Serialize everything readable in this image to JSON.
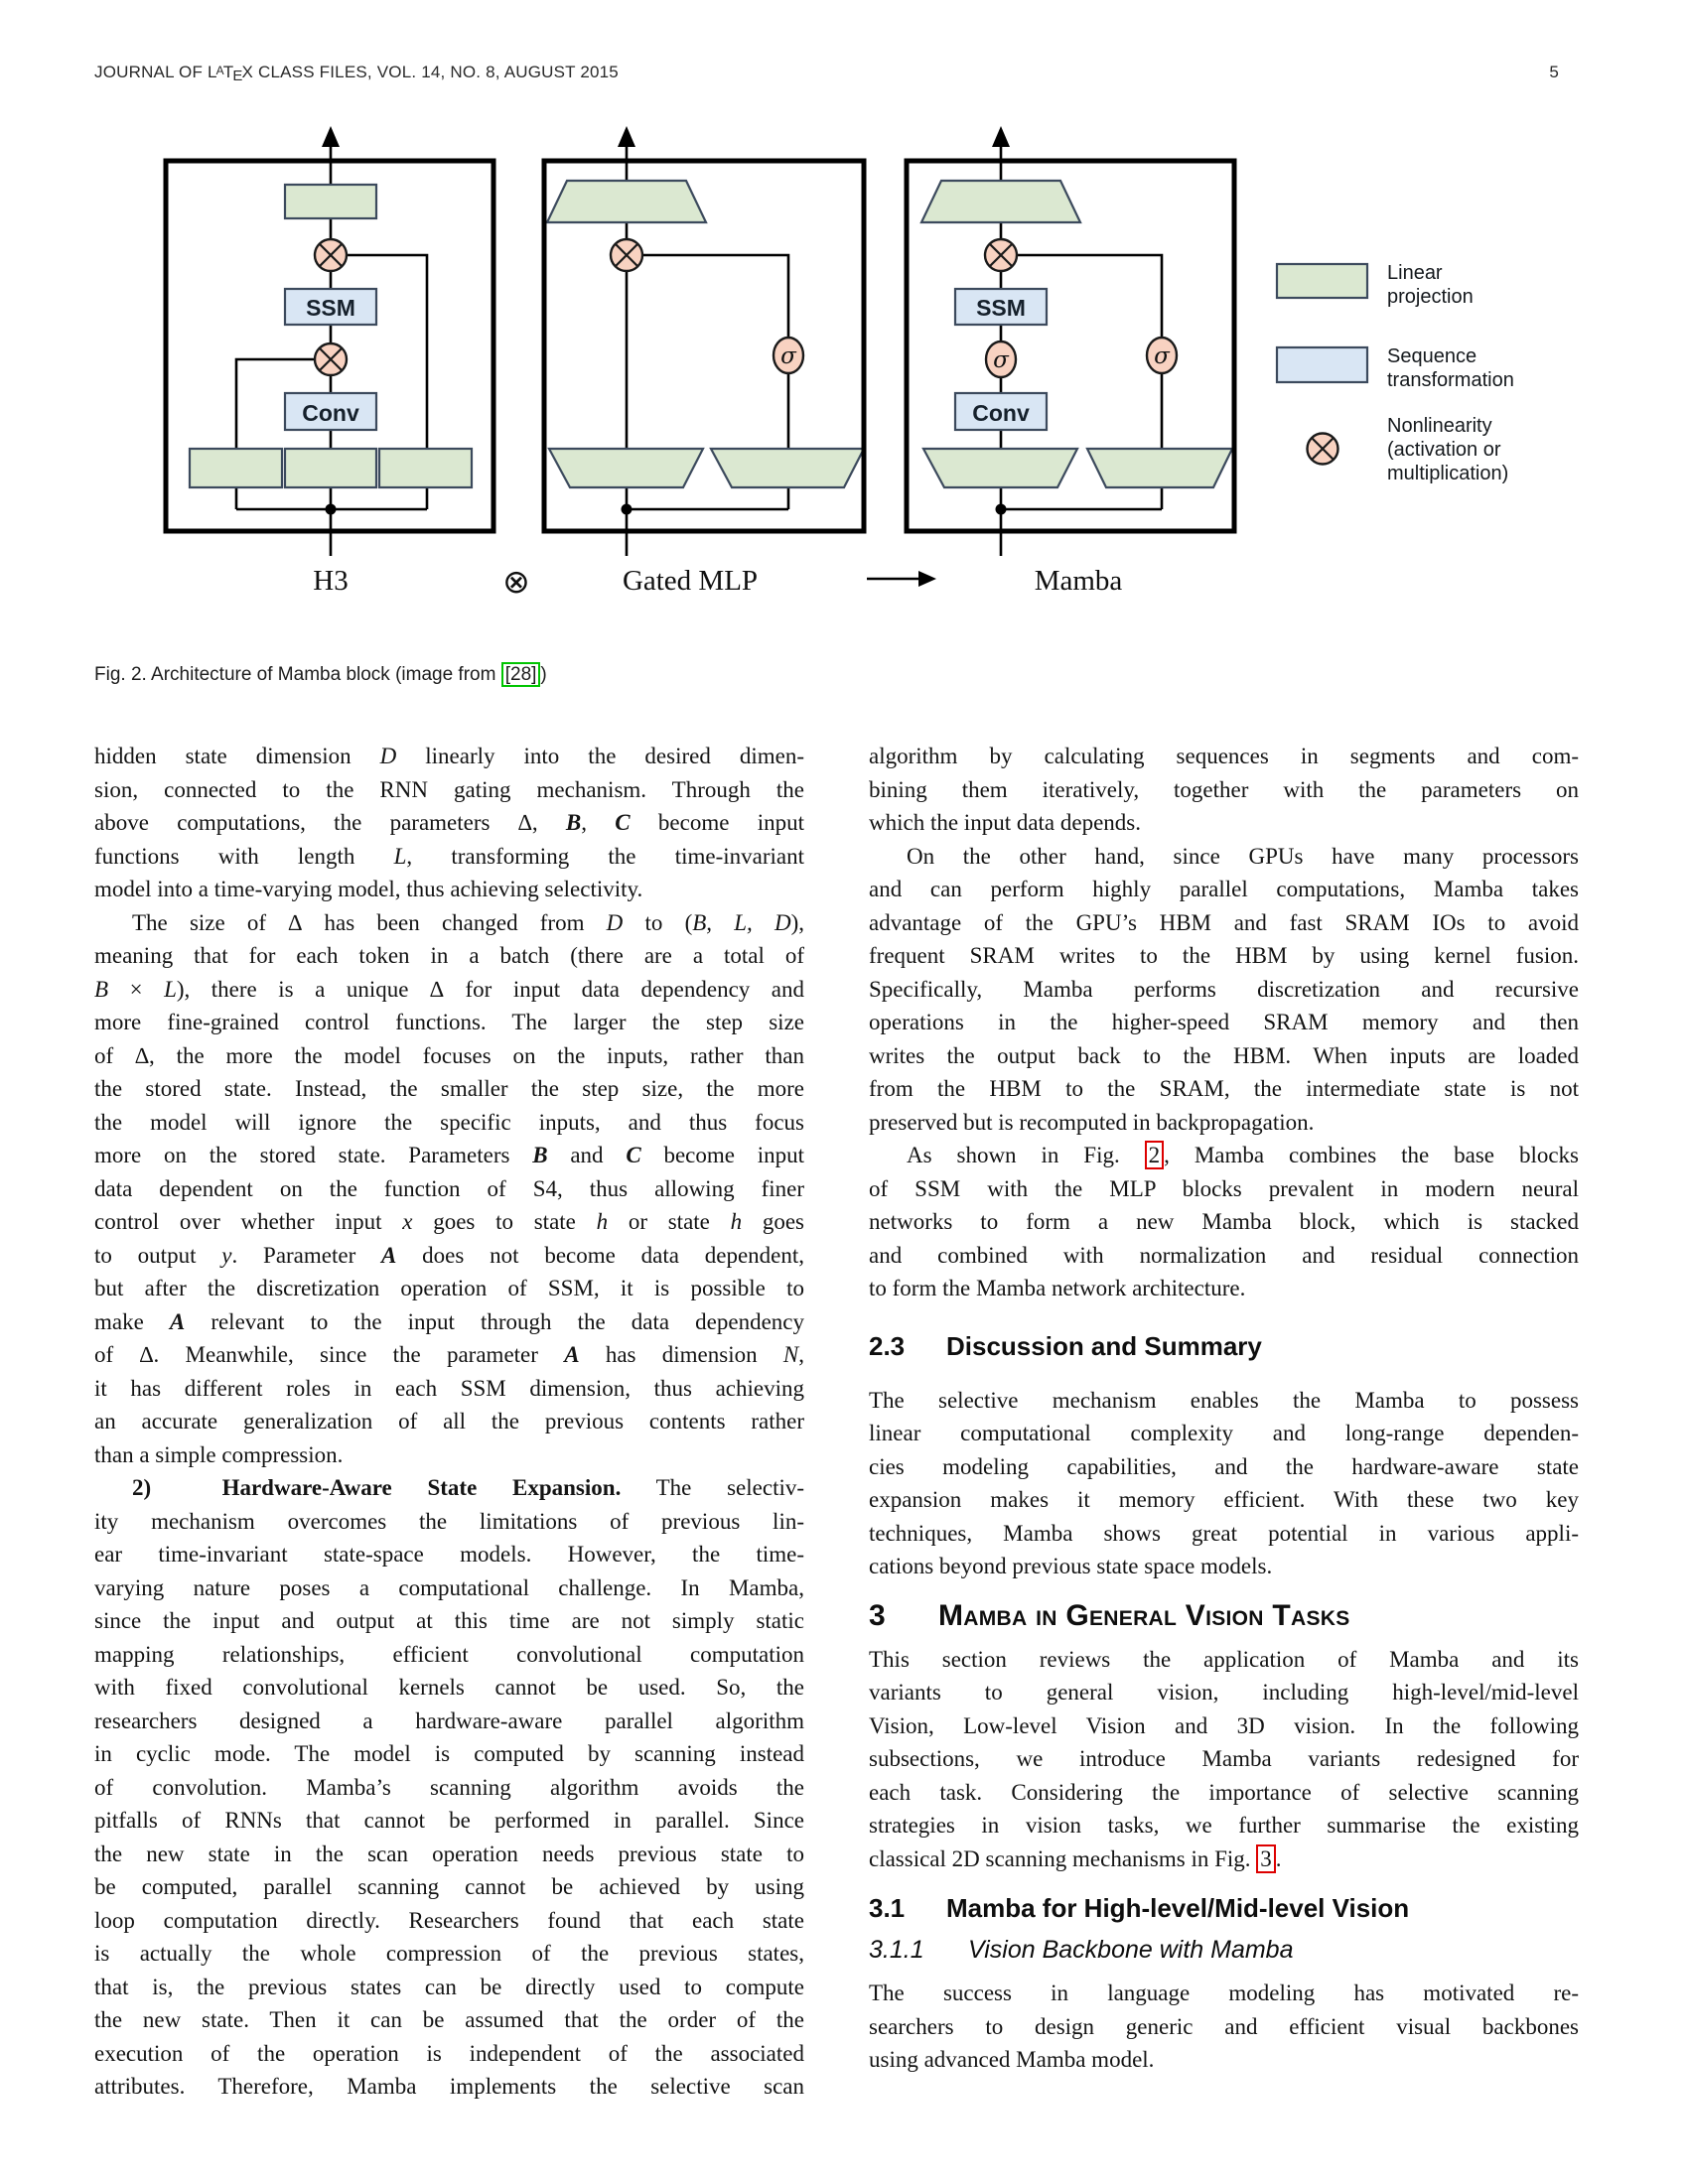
{
  "page": {
    "header_html": "JOURNAL OF L<span class=\"lxA\">A</span>T<span class=\"lxE\">E</span>X CLASS FILES, VOL. 14, NO. 8, AUGUST 2015",
    "number": "5"
  },
  "figure": {
    "caption_html": "Fig. 2. Architecture of Mamba block (image from <span class=\"ref ref-green\" data-name=\"citation-28-link\" data-interactable=\"true\">[28]</span>)",
    "labels": {
      "h3": "H3",
      "otimes": "⊗",
      "gated_mlp": "Gated MLP",
      "mamba": "Mamba"
    },
    "blocks": {
      "ssm": "SSM",
      "conv": "Conv",
      "sigma": "σ"
    },
    "legend": {
      "linear": [
        "Linear",
        "projection"
      ],
      "sequence": [
        "Sequence",
        "transformation"
      ],
      "nonlinearity": [
        "Nonlinearity",
        "(activation or",
        "multiplication)"
      ]
    },
    "colors": {
      "green": "#dbe8d1",
      "blue": "#d9e6f4",
      "peach": "#f8d2c1",
      "refgreen": "#00c400",
      "refred": "#dd0000"
    }
  },
  "columns": {
    "left": [
      {
        "h": "hidden state dimension <i>D</i> linearly into the desired dimen-"
      },
      {
        "h": "sion, connected to the RNN gating mechanism. Through the"
      },
      {
        "h": "above computations, the parameters ∆, <b><i>B</i></b>, <b><i>C</i></b> become input"
      },
      {
        "h": "functions with length <i>L</i>, transforming the time-invariant"
      },
      {
        "h": "model into a time-varying model, thus achieving selectivity.",
        "c": "last"
      },
      {
        "h": "The size of ∆ has been changed from <i>D</i> to (<i>B, L, D</i>),",
        "c": "ind"
      },
      {
        "h": "meaning that for each token in a batch (there are a total of"
      },
      {
        "h": "<i>B</i> × <i>L</i>), there is a unique ∆ for input data dependency and"
      },
      {
        "h": "more fine-grained control functions. The larger the step size"
      },
      {
        "h": "of ∆, the more the model focuses on the inputs, rather than"
      },
      {
        "h": "the stored state. Instead, the smaller the step size, the more"
      },
      {
        "h": "the model will ignore the specific inputs, and thus focus"
      },
      {
        "h": "more on the stored state. Parameters <b><i>B</i></b> and <b><i>C</i></b> become input"
      },
      {
        "h": "data dependent on the function of S4, thus allowing finer"
      },
      {
        "h": "control over whether input <i>x</i> goes to state <i>h</i> or state <i>h</i> goes"
      },
      {
        "h": "to output <i>y</i>. Parameter <b><i>A</i></b> does not become data dependent,"
      },
      {
        "h": "but after the discretization operation of SSM, it is possible to"
      },
      {
        "h": "make <b><i>A</i></b> relevant to the input through the data dependency"
      },
      {
        "h": "of ∆. Meanwhile, since the parameter <b><i>A</i></b> has dimension <i>N</i>,"
      },
      {
        "h": "it has different roles in each SSM dimension, thus achieving"
      },
      {
        "h": "an accurate generalization of all the previous contents rather"
      },
      {
        "h": "than a simple compression.",
        "c": "last"
      },
      {
        "h": "<b>2)&nbsp;&nbsp;Hardware-Aware State Expansion.</b> The selectiv-",
        "c": "ind"
      },
      {
        "h": "ity mechanism overcomes the limitations of previous lin-"
      },
      {
        "h": "ear time-invariant state-space models. However, the time-"
      },
      {
        "h": "varying nature poses a computational challenge. In Mamba,"
      },
      {
        "h": "since the input and output at this time are not simply static"
      },
      {
        "h": "mapping relationships, efficient convolutional computation"
      },
      {
        "h": "with fixed convolutional kernels cannot be used. So, the"
      },
      {
        "h": "researchers designed a hardware-aware parallel algorithm"
      },
      {
        "h": "in cyclic mode. The model is computed by scanning instead"
      },
      {
        "h": "of convolution. Mamba’s scanning algorithm avoids the"
      },
      {
        "h": "pitfalls of RNNs that cannot be performed in parallel. Since"
      },
      {
        "h": "the new state in the scan operation needs previous state to"
      },
      {
        "h": "be computed, parallel scanning cannot be achieved by using"
      },
      {
        "h": "loop computation directly. Researchers found that each state"
      },
      {
        "h": "is actually the whole compression of the previous states,"
      },
      {
        "h": "that is, the previous states can be directly used to compute"
      },
      {
        "h": "the new state. Then it can be assumed that the order of the"
      },
      {
        "h": "execution of the operation is independent of the associated"
      },
      {
        "h": "attributes. Therefore, Mamba implements the selective scan"
      }
    ],
    "right_a": [
      {
        "h": "algorithm by calculating sequences in segments and com-"
      },
      {
        "h": "bining them iteratively, together with the parameters on"
      },
      {
        "h": "which the input data depends.",
        "c": "last"
      },
      {
        "h": "On the other hand, since GPUs have many processors",
        "c": "ind"
      },
      {
        "h": "and can perform highly parallel computations, Mamba takes"
      },
      {
        "h": "advantage of the GPU’s HBM and fast SRAM IOs to avoid"
      },
      {
        "h": "frequent SRAM writes to the HBM by using kernel fusion."
      },
      {
        "h": "Specifically, Mamba performs discretization and recursive"
      },
      {
        "h": "operations in the higher-speed SRAM memory and then"
      },
      {
        "h": "writes the output back to the HBM. When inputs are loaded"
      },
      {
        "h": "from the HBM to the SRAM, the intermediate state is not"
      },
      {
        "h": "preserved but is recomputed in backpropagation.",
        "c": "last"
      },
      {
        "h": "As shown in Fig. <span class=\"ref ref-red\" data-name=\"figure-2-link\" data-interactable=\"true\">2</span>, Mamba combines the base blocks",
        "c": "ind"
      },
      {
        "h": "of SSM with the MLP blocks prevalent in modern neural"
      },
      {
        "h": "networks to form a new Mamba block, which is stacked"
      },
      {
        "h": "and combined with normalization and residual connection"
      },
      {
        "h": "to form the Mamba network architecture.",
        "c": "last"
      }
    ],
    "h23": {
      "num": "2.3",
      "title": "Discussion and Summary"
    },
    "right_b": [
      {
        "h": "The selective mechanism enables the Mamba to possess"
      },
      {
        "h": "linear computational complexity and long-range dependen-"
      },
      {
        "h": "cies modeling capabilities, and the hardware-aware state"
      },
      {
        "h": "expansion makes it memory efficient. With these two key"
      },
      {
        "h": "techniques, Mamba shows great potential in various appli-"
      },
      {
        "h": "cations beyond previous state space models.",
        "c": "last"
      }
    ],
    "h3": {
      "num": "3",
      "title": "Mamba in General Vision Tasks"
    },
    "right_c": [
      {
        "h": "This section reviews the application of Mamba and its"
      },
      {
        "h": "variants to general vision, including high-level/mid-level"
      },
      {
        "h": "Vision, Low-level Vision and 3D vision. In the following"
      },
      {
        "h": "subsections, we introduce Mamba variants redesigned for"
      },
      {
        "h": "each task. Considering the importance of selective scanning"
      },
      {
        "h": "strategies in vision tasks, we further summarise the existing"
      },
      {
        "h": "classical 2D scanning mechanisms in Fig. <span class=\"ref ref-red\" data-name=\"figure-3-link\" data-interactable=\"true\">3</span>.",
        "c": "last"
      }
    ],
    "h31": {
      "num": "3.1",
      "title": "Mamba for High-level/Mid-level Vision"
    },
    "h311": {
      "num": "3.1.1",
      "title": "Vision Backbone with Mamba"
    },
    "right_d": [
      {
        "h": "The success in language modeling has motivated re-"
      },
      {
        "h": "searchers to design generic and efficient visual backbones"
      },
      {
        "h": "using advanced Mamba model.",
        "c": "last"
      }
    ]
  }
}
